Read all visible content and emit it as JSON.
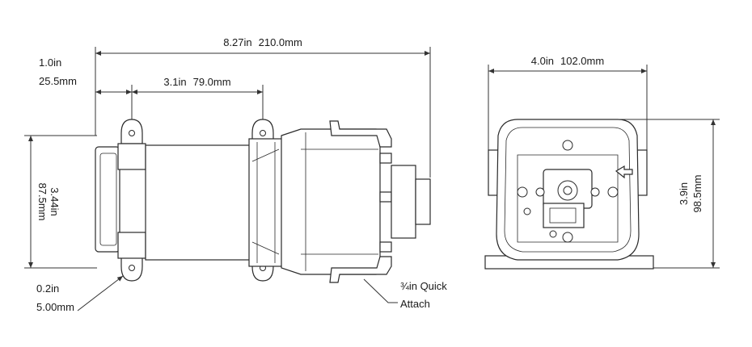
{
  "dimensions": {
    "overall_length_in": "8.27in",
    "overall_length_mm": "210.0mm",
    "mount_offset_in": "1.0in",
    "mount_offset_mm": "25.5mm",
    "mount_spacing_in": "3.1in",
    "mount_spacing_mm": "79.0mm",
    "height_side_in": "3.44in",
    "height_side_mm": "87.5mm",
    "hole_dia_in": "0.2in",
    "hole_dia_mm": "5.00mm",
    "width_front_in": "4.0in",
    "width_front_mm": "102.0mm",
    "height_front_in": "3.9in",
    "height_front_mm": "98.5mm"
  },
  "callouts": {
    "quick_attach_line1": "¾in Quick",
    "quick_attach_line2": "Attach"
  }
}
